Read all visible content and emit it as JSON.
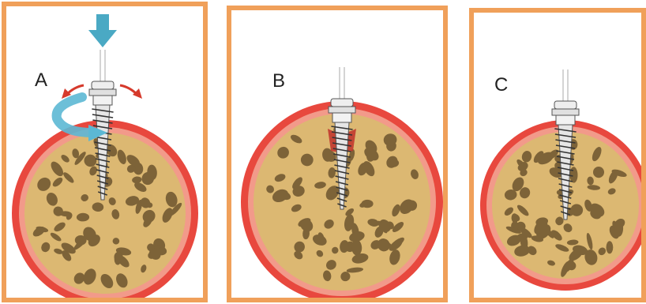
{
  "panels": [
    {
      "label": "A"
    },
    {
      "label": "B"
    },
    {
      "label": "C"
    }
  ],
  "colors": {
    "frame": "#f0a05a",
    "cortex_outer": "#e8483e",
    "cortex_inner": "#f29a8a",
    "marrow": "#dcb872",
    "trabecula": "#7d6338",
    "screw": "#e6e6e6",
    "screw_edge": "#555555",
    "push_arrow": "#4aa9c4",
    "rotation_arrow": "#d63a2c"
  }
}
